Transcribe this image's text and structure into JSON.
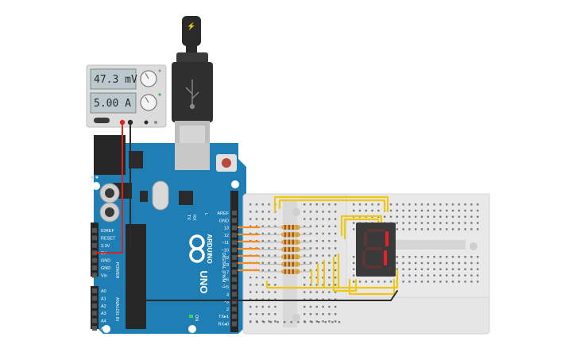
{
  "power_supply": {
    "voltage_display": "47.3 mV",
    "current_display": "5.00 A"
  },
  "arduino": {
    "brand": "ARDUINO",
    "model": "UNO",
    "label_digital": "DIGITAL (PWM ~)",
    "label_analog": "ANALOG IN",
    "label_power": "POWER",
    "label_on": "ON",
    "label_tx": "TX",
    "label_rx": "RX",
    "label_l": "L",
    "header_power_pins": [
      "IOREF",
      "RESET",
      "3.3V",
      "5V",
      "GND",
      "GND",
      "Vin"
    ],
    "header_analog_pins": [
      "A0",
      "A1",
      "A2",
      "A3",
      "A4",
      "A5"
    ],
    "header_digital_pins": [
      "AREF",
      "GND",
      "13",
      "12",
      "~11",
      "~10",
      "~9",
      "8",
      "7",
      "~6",
      "~5",
      "4",
      "~3",
      "2",
      "TX▸1",
      "RX◂0"
    ]
  },
  "seven_segment": {
    "digit": "1"
  },
  "colors": {
    "board_blue": "#1f7fb4",
    "breadboard": "#e6e6e6",
    "wire_orange": "#f28c1e",
    "wire_yellow": "#f0c814",
    "wire_black": "#2b2b2b",
    "wire_red": "#d62424",
    "segment_on": "#e8202a"
  }
}
